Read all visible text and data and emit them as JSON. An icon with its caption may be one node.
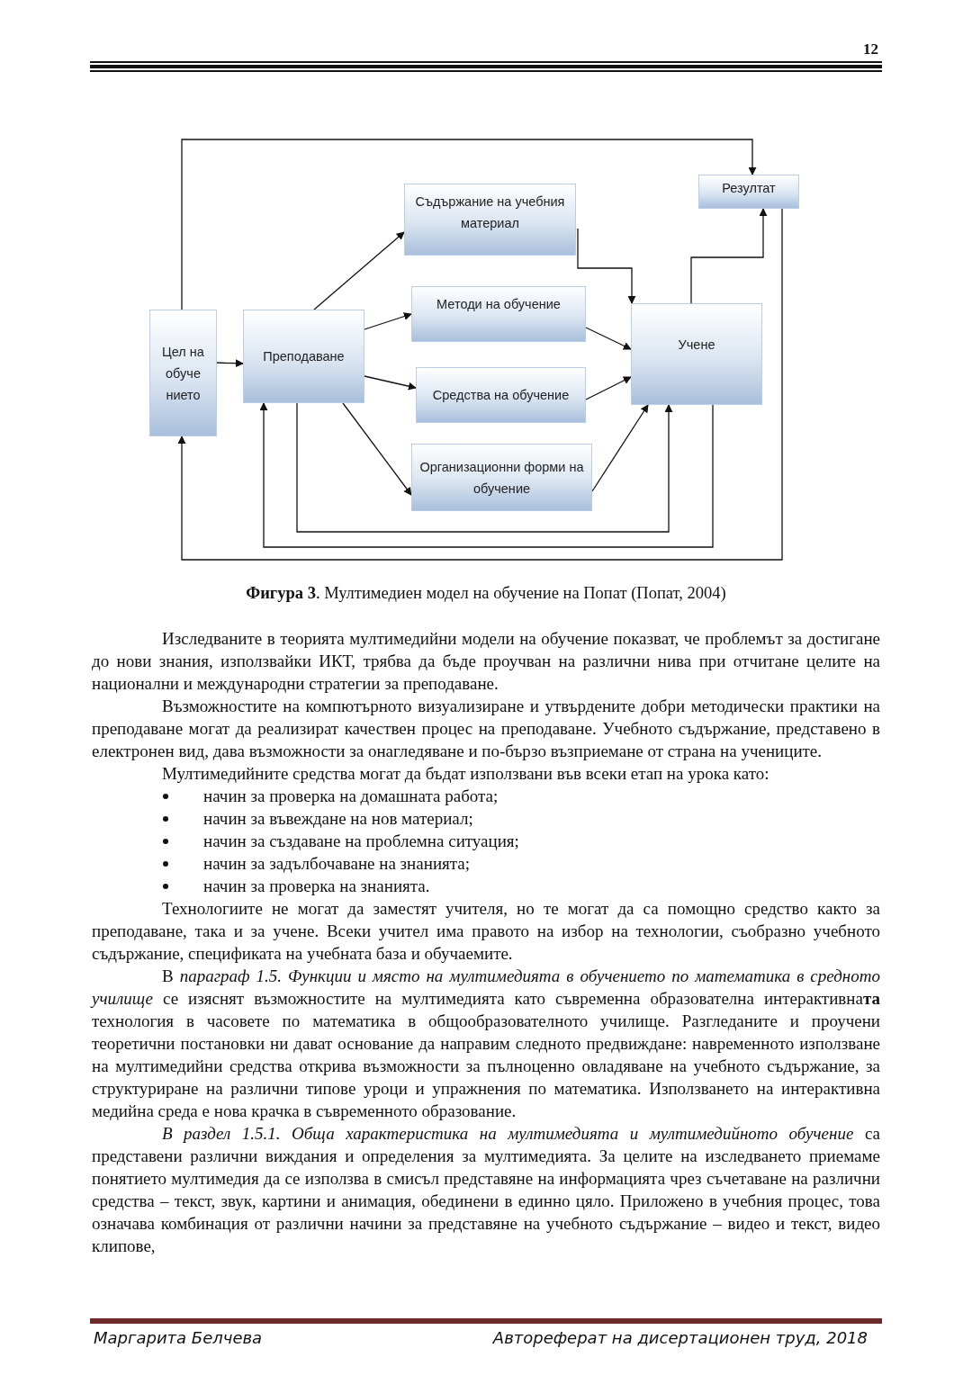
{
  "diagram": {
    "caption": "**Фигура 3**. Мултимедиен модел на обучение на Попат (Попат, 2004)",
    "nodes": [
      {
        "text": [
          "Цел на обуче нието"
        ]
      },
      {
        "text": [
          "Преподаване"
        ]
      },
      {
        "text": [
          "Съдържание на учебния материал"
        ]
      },
      {
        "text": [
          "Методи на обучение"
        ]
      },
      {
        "text": [
          "Средства на обучение"
        ]
      },
      {
        "text": [
          "Организационни форми на обучение"
        ]
      },
      {
        "text": [
          "Учене"
        ]
      },
      {
        "text": [
          "Резултат"
        ]
      }
    ],
    "edges": [
      {
        "from": 0,
        "to": 1,
        "arrow": "to"
      },
      {
        "from": 1,
        "to": 2,
        "arrow": "to"
      },
      {
        "from": 1,
        "to": 3,
        "arrow": "to"
      },
      {
        "from": 1,
        "to": 4,
        "arrow": "to"
      },
      {
        "from": 1,
        "to": 5,
        "arrow": "to"
      },
      {
        "from": 2,
        "to": 6,
        "arrow": "to"
      },
      {
        "from": 3,
        "to": 6,
        "arrow": "to"
      },
      {
        "from": 4,
        "to": 6,
        "arrow": "to"
      },
      {
        "from": 5,
        "to": 6,
        "arrow": "to"
      },
      {
        "from": 6,
        "to": 7,
        "arrow": "to"
      },
      {
        "from": 0,
        "to": 7,
        "arrow": "to"
      },
      {
        "from": 1,
        "to": 6,
        "arrow": "to"
      },
      {
        "from": 6,
        "to": 1,
        "arrow": "to"
      },
      {
        "from": 7,
        "to": 0,
        "arrow": "to"
      }
    ],
    "labels": [
      "12",
      "Изследваните в теорията мултимедийни модели на обучение показват, че проблемът за достигане до нови знания, използвайки ИКТ, трябва да бъде проучван на различни нива при отчитане целите на национални и международни стратегии за преподаване.",
      "Възможностите на компютърното визуализиране и утвърдените добри методически практики на преподаване могат да реализират качествен процес на преподаване. Учебното съдържание, представено в електронен вид, дава възможности за онагледяване и по-бързо възприемане от страна на учениците.",
      "Мултимедийните средства могат да бъдат използвани във всеки етап на урока  като:",
      "начин за проверка на домашната работа;",
      "начин за въвеждане на нов материал;",
      "начин за създаване на проблемна ситуация;",
      "начин за задълбочаване на знанията;",
      "начин за проверка на знанията.",
      "Технологиите не могат да заместят учителя, но те могат да са помощно средство както за преподаване, така и за учене. Всеки учител има правото на избор на технологии, съобразно учебното съдържание, спецификата на учебната база и обучаемите.",
      "В *параграф 1.5. Функции и място на мултимедията в обучението по математика в средното училище* се изяснят възможностите на мултимедията като съвременна образователна интерактивна**та** технология в часовете по математика в общообразователното училище. Разгледаните и проучени теоретични постановки ни дават основание да направим следното предвиждане: навременното използване на мултимедийни средства открива възможности за пълноценно овладяване на учебното съдържание, за структуриране на различни типове уроци и упражнения по математика. Използването на интерактивна медийна среда е нова крачка в съвременното образование.",
      "*В раздел 1.5.1. Обща характеристика на мултимедията и мултимедийното обучение* са представени различни виждания и определения за мултимедията. За целите на изследването приемаме понятието мултимедия да се използва в смисъл представяне на информацията чрез съчетаване на различни средства – текст, звук, картини и анимация, обединени в единно цяло. Приложено в учебния процес, това означава комбинация от различни начини за представяне на учебното съдържание – видео и текст, видео клипове,",
      "Маргарита Белчева",
      "Автореферат на дисертационен труд, 2018"
    ]
  }
}
